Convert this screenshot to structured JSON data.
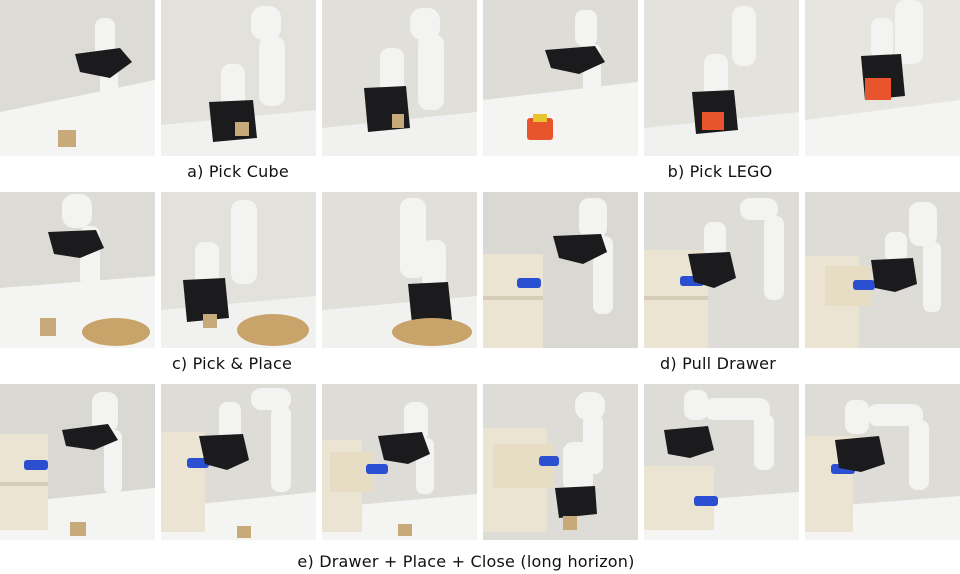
{
  "captions": {
    "a": "a) Pick Cube",
    "b": "b) Pick LEGO",
    "c": "c) Pick & Place",
    "d": "d) Pull Drawer",
    "e": "e) Drawer + Place + Close (long horizon)"
  },
  "colors": {
    "robot": "#f3f3f1",
    "hand": "#1b1b1d",
    "table": "#f4f4f2",
    "wall": "#d9d8d2",
    "drawer": "#ece4d2",
    "handle": "#2a4fd0",
    "cube": "#c7a97a",
    "tray": "#c9a46a",
    "lego": "#e8542c"
  }
}
